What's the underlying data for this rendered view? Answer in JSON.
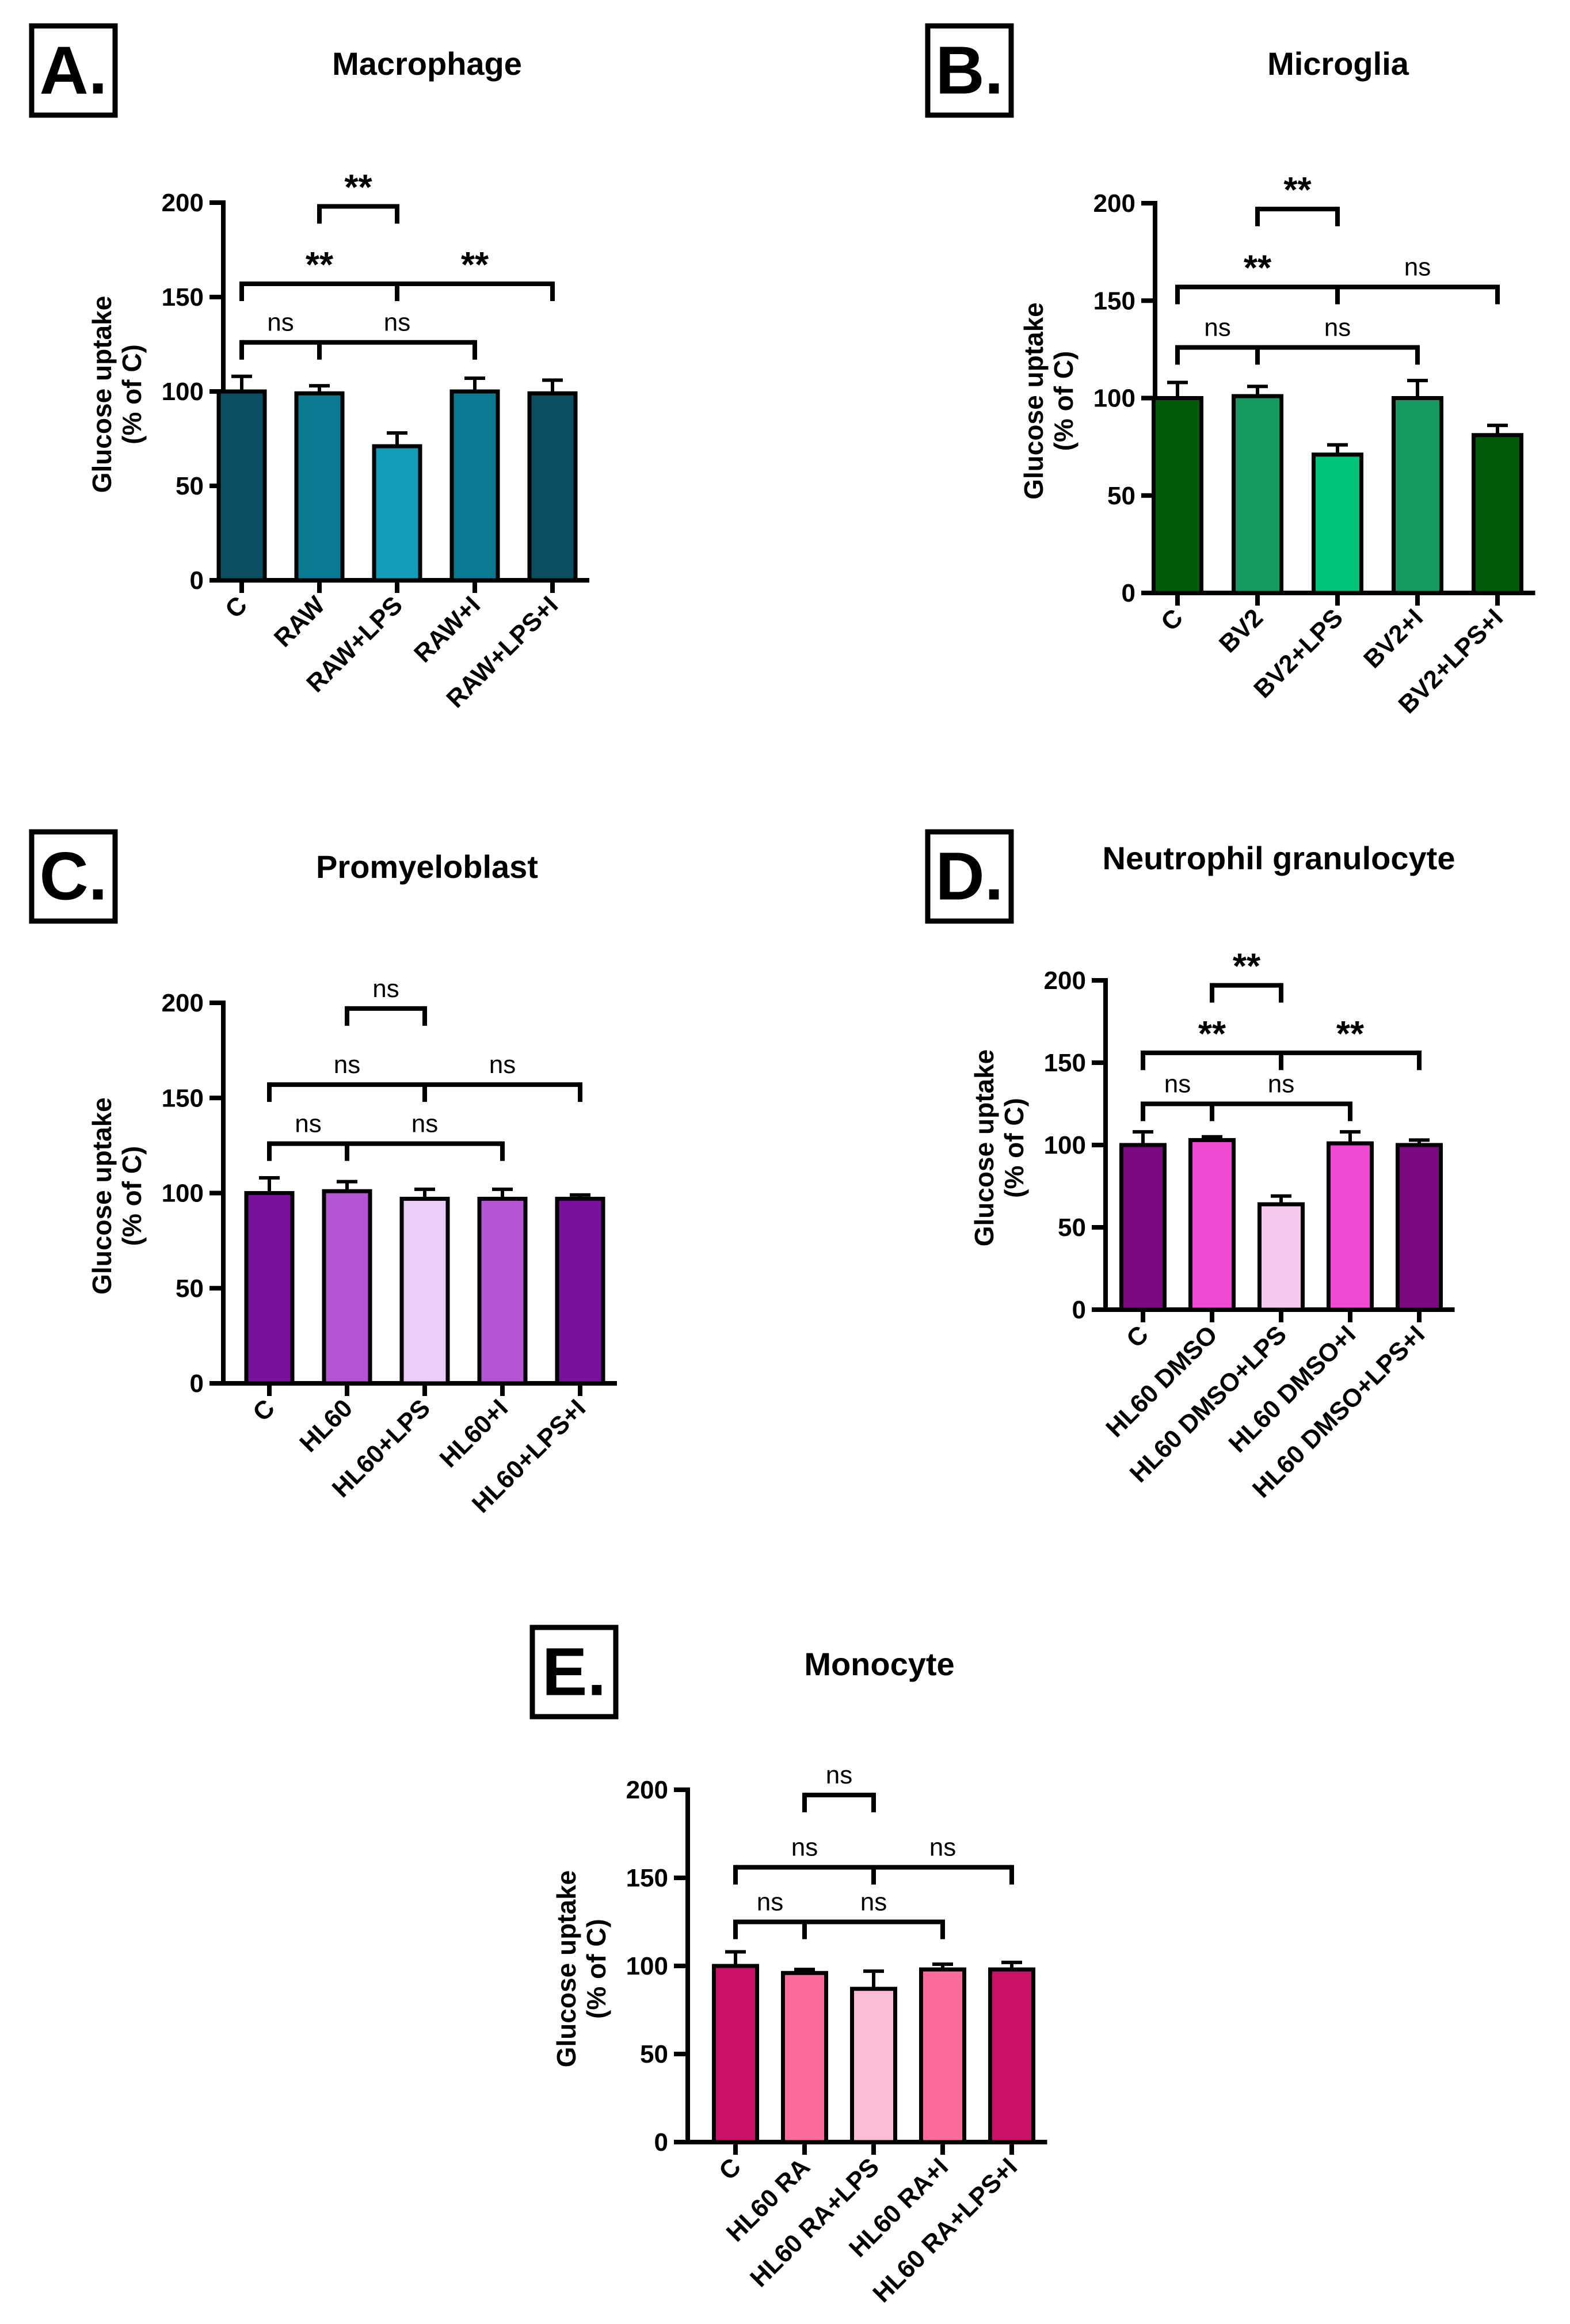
{
  "chart_data": [
    {
      "type": "bar",
      "panel": "A.",
      "title": "Macrophage",
      "ylabel": [
        "Glucose uptake",
        "(% of C)"
      ],
      "ylim": [
        0,
        200
      ],
      "yticks": [
        0,
        50,
        100,
        150,
        200
      ],
      "categories": [
        "C",
        "RAW",
        "RAW+LPS",
        "RAW+I",
        "RAW+LPS+I"
      ],
      "values": [
        100,
        99,
        71,
        100,
        99
      ],
      "errors": [
        8,
        4,
        7,
        7,
        7
      ],
      "colors": [
        "#0b4d61",
        "#0a7a92",
        "#139cb8",
        "#0a7a92",
        "#0b4d61"
      ],
      "comparisons": [
        {
          "groups": [
            1,
            2
          ],
          "y": 198,
          "label": "**"
        },
        {
          "groups": [
            0,
            2,
            4
          ],
          "y": 157,
          "labels": [
            "**",
            "**"
          ]
        },
        {
          "groups": [
            0,
            1,
            3
          ],
          "y": 126,
          "labels": [
            "ns",
            "ns"
          ]
        }
      ]
    },
    {
      "type": "bar",
      "panel": "B.",
      "title": "Microglia",
      "ylabel": [
        "Glucose uptake",
        "(% of C)"
      ],
      "ylim": [
        0,
        200
      ],
      "yticks": [
        0,
        50,
        100,
        150,
        200
      ],
      "categories": [
        "C",
        "BV2",
        "BV2+LPS",
        "BV2+I",
        "BV2+LPS+I"
      ],
      "values": [
        100,
        101,
        71,
        100,
        81
      ],
      "errors": [
        8,
        5,
        5,
        9,
        5
      ],
      "colors": [
        "#005c0a",
        "#15995f",
        "#00c47a",
        "#15995f",
        "#005c0a"
      ],
      "comparisons": [
        {
          "groups": [
            1,
            2
          ],
          "y": 197,
          "label": "**"
        },
        {
          "groups": [
            0,
            2,
            4
          ],
          "y": 157,
          "labels": [
            "**",
            "ns"
          ]
        },
        {
          "groups": [
            0,
            1,
            3
          ],
          "y": 126,
          "labels": [
            "ns",
            "ns"
          ]
        }
      ]
    },
    {
      "type": "bar",
      "panel": "C.",
      "title": "Promyeloblast",
      "ylabel": [
        "Glucose uptake",
        "(% of C)"
      ],
      "ylim": [
        0,
        200
      ],
      "yticks": [
        0,
        50,
        100,
        150,
        200
      ],
      "categories": [
        "C",
        "HL60",
        "HL60+LPS",
        "HL60+I",
        "HL60+LPS+I"
      ],
      "values": [
        100,
        101,
        97,
        97,
        97
      ],
      "errors": [
        8,
        5,
        5,
        5,
        2
      ],
      "colors": [
        "#7a119c",
        "#b455d4",
        "#ebcdfa",
        "#b455d4",
        "#7a119c"
      ],
      "comparisons": [
        {
          "groups": [
            1,
            2
          ],
          "y": 197,
          "label": "ns"
        },
        {
          "groups": [
            0,
            2,
            4
          ],
          "y": 157,
          "labels": [
            "ns",
            "ns"
          ]
        },
        {
          "groups": [
            0,
            1,
            3
          ],
          "y": 126,
          "labels": [
            "ns",
            "ns"
          ]
        }
      ]
    },
    {
      "type": "bar",
      "panel": "D.",
      "title": "Neutrophil granulocyte",
      "ylabel": [
        "Glucose uptake",
        "(% of C)"
      ],
      "ylim": [
        0,
        200
      ],
      "yticks": [
        0,
        50,
        100,
        150,
        200
      ],
      "categories": [
        "C",
        "HL60 DMSO",
        "HL60 DMSO+LPS",
        "HL60 DMSO+I",
        "HL60 DMSO+LPS+I"
      ],
      "values": [
        100,
        103,
        64,
        101,
        100
      ],
      "errors": [
        8,
        2,
        5,
        7,
        3
      ],
      "colors": [
        "#7b0a82",
        "#f04ad4",
        "#f7c8ee",
        "#f04ad4",
        "#7b0a82"
      ],
      "comparisons": [
        {
          "groups": [
            1,
            2
          ],
          "y": 197,
          "label": "**"
        },
        {
          "groups": [
            0,
            2,
            4
          ],
          "y": 156,
          "labels": [
            "**",
            "**"
          ]
        },
        {
          "groups": [
            0,
            1,
            3
          ],
          "y": 125,
          "labels": [
            "ns",
            "ns"
          ]
        }
      ]
    },
    {
      "type": "bar",
      "panel": "E.",
      "title": "Monocyte",
      "ylabel": [
        "Glucose uptake",
        "(% of C)"
      ],
      "ylim": [
        0,
        200
      ],
      "yticks": [
        0,
        50,
        100,
        150,
        200
      ],
      "categories": [
        "C",
        "HL60 RA",
        "HL60 RA+LPS",
        "HL60 RA+I",
        "HL60 RA+LPS+I"
      ],
      "values": [
        100,
        96,
        87,
        98,
        98
      ],
      "errors": [
        8,
        2,
        10,
        3,
        4
      ],
      "colors": [
        "#cc1168",
        "#fb6b9c",
        "#fbbcd6",
        "#fb6b9c",
        "#cc1168"
      ],
      "comparisons": [
        {
          "groups": [
            1,
            2
          ],
          "y": 197,
          "label": "ns"
        },
        {
          "groups": [
            0,
            2,
            4
          ],
          "y": 156,
          "labels": [
            "ns",
            "ns"
          ]
        },
        {
          "groups": [
            0,
            1,
            3
          ],
          "y": 125,
          "labels": [
            "ns",
            "ns"
          ]
        }
      ]
    }
  ]
}
